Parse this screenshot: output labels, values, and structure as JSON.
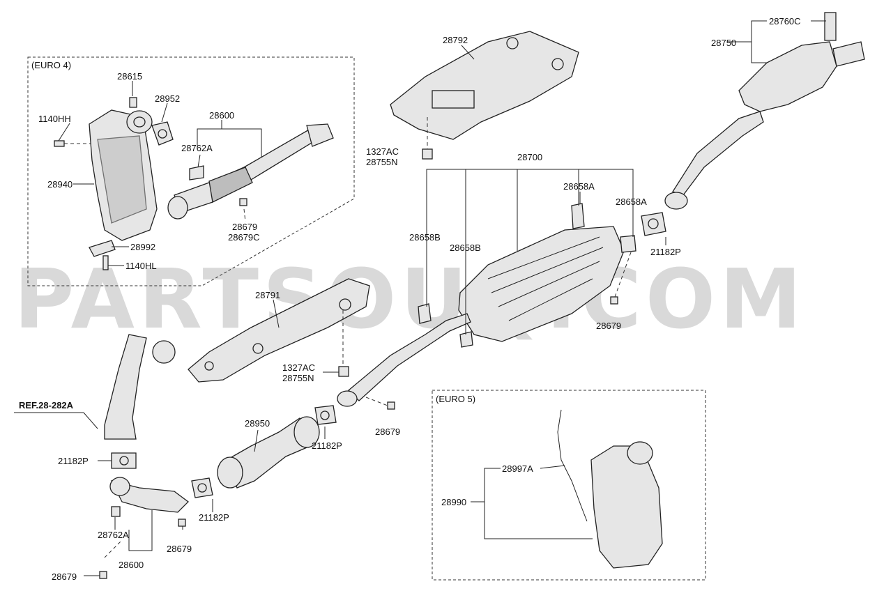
{
  "watermark": "PARTSOUQ.COM",
  "boxes": {
    "euro4": "(EURO 4)",
    "euro5": "(EURO 5)"
  },
  "labels": {
    "p28615": "28615",
    "p28952": "28952",
    "p1140HH": "1140HH",
    "p28600_top": "28600",
    "p28762A_top": "28762A",
    "p28940": "28940",
    "p28679_top": "28679",
    "p28679C": "28679C",
    "p28992": "28992",
    "p1140HL": "1140HL",
    "p28792": "28792",
    "p1327AC_top": "1327AC",
    "p28755N_top": "28755N",
    "p28700": "28700",
    "p28658A_1": "28658A",
    "p28658A_2": "28658A",
    "p28658B_1": "28658B",
    "p28658B_2": "28658B",
    "p28760C": "28760C",
    "p28750": "28750",
    "p21182P_right": "21182P",
    "p28679_right": "28679",
    "p28791": "28791",
    "p1327AC_mid": "1327AC",
    "p28755N_mid": "28755N",
    "ref": "REF.28-282A",
    "p21182P_left": "21182P",
    "p28950": "28950",
    "p21182P_mid": "21182P",
    "p28679_mid": "28679",
    "p21182P_low": "21182P",
    "p28762A_low": "28762A",
    "p28679_low": "28679",
    "p28600_low": "28600",
    "p28679_bottom": "28679",
    "p28997A": "28997A",
    "p28990": "28990"
  }
}
